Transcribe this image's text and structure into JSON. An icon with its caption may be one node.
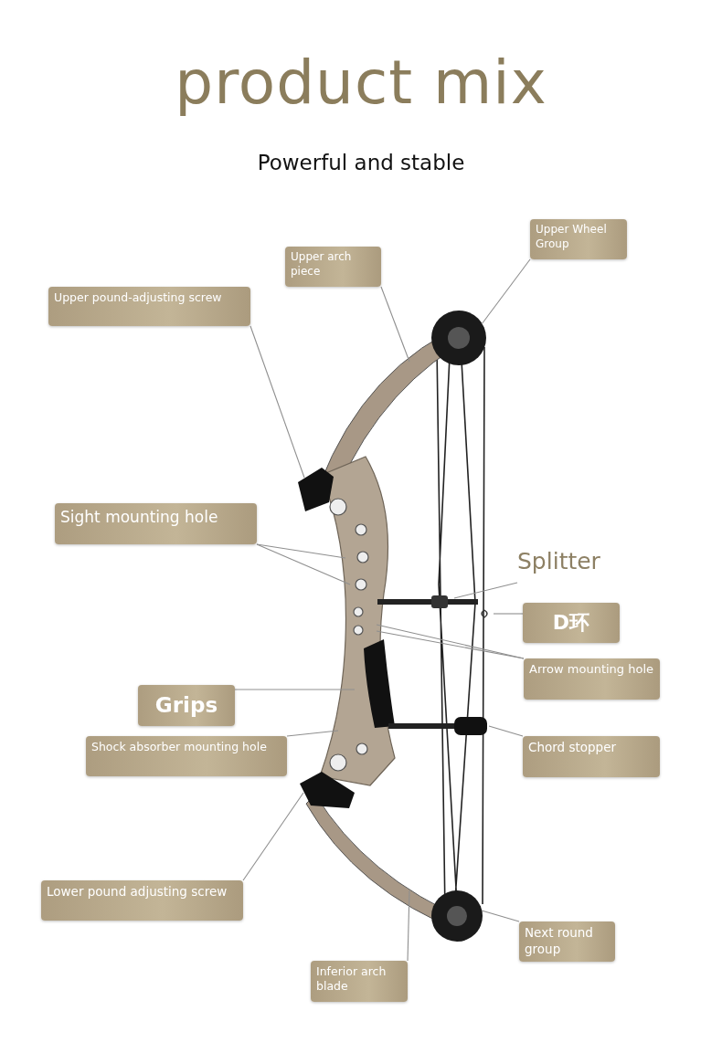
{
  "diagram": {
    "title": "product mix",
    "nodes": [
      {
        "text": [
          "Upper Wheel Group"
        ]
      },
      {
        "text": [
          "Upper arch piece"
        ]
      },
      {
        "text": [
          "Upper pound-adjusting screw"
        ]
      },
      {
        "text": [
          "Sight mounting hole"
        ]
      },
      {
        "text": [
          "Splitter"
        ]
      },
      {
        "text": [
          "D环"
        ]
      },
      {
        "text": [
          "Arrow mounting hole"
        ]
      },
      {
        "text": [
          "Grips"
        ]
      },
      {
        "text": [
          "Shock absorber mounting hole"
        ]
      },
      {
        "text": [
          "Chord stopper"
        ]
      },
      {
        "text": [
          "Lower pound adjusting screw"
        ]
      },
      {
        "text": [
          "Next round group"
        ]
      },
      {
        "text": [
          "Inferior arch blade"
        ]
      }
    ],
    "edges": [
      {
        "from": 0,
        "to": null,
        "arrow": "none"
      },
      {
        "from": 1,
        "to": null,
        "arrow": "none"
      },
      {
        "from": 2,
        "to": null,
        "arrow": "none"
      },
      {
        "from": 3,
        "to": null,
        "arrow": "none"
      },
      {
        "from": 3,
        "to": null,
        "arrow": "none"
      },
      {
        "from": 4,
        "to": null,
        "arrow": "none"
      },
      {
        "from": 5,
        "to": null,
        "arrow": "none"
      },
      {
        "from": 6,
        "to": null,
        "arrow": "none"
      },
      {
        "from": 6,
        "to": null,
        "arrow": "none"
      },
      {
        "from": 7,
        "to": null,
        "arrow": "none"
      },
      {
        "from": 8,
        "to": null,
        "arrow": "none"
      },
      {
        "from": 9,
        "to": null,
        "arrow": "none"
      },
      {
        "from": 10,
        "to": null,
        "arrow": "none"
      },
      {
        "from": 11,
        "to": null,
        "arrow": "none"
      },
      {
        "from": 12,
        "to": null,
        "arrow": "none"
      }
    ],
    "labels": [
      "Powerful and stable"
    ]
  }
}
